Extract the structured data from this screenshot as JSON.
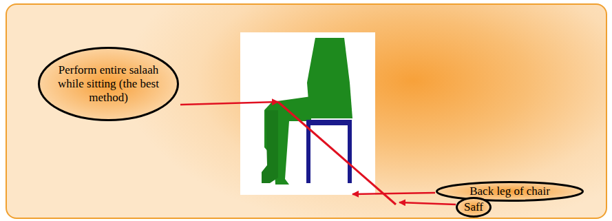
{
  "diagram": {
    "nodes": [
      {
        "text": [
          "Perform entire salaah while sitting (the best method)"
        ]
      },
      {
        "text": [
          "Back leg of chair"
        ]
      },
      {
        "text": [
          "Saff"
        ]
      }
    ]
  }
}
